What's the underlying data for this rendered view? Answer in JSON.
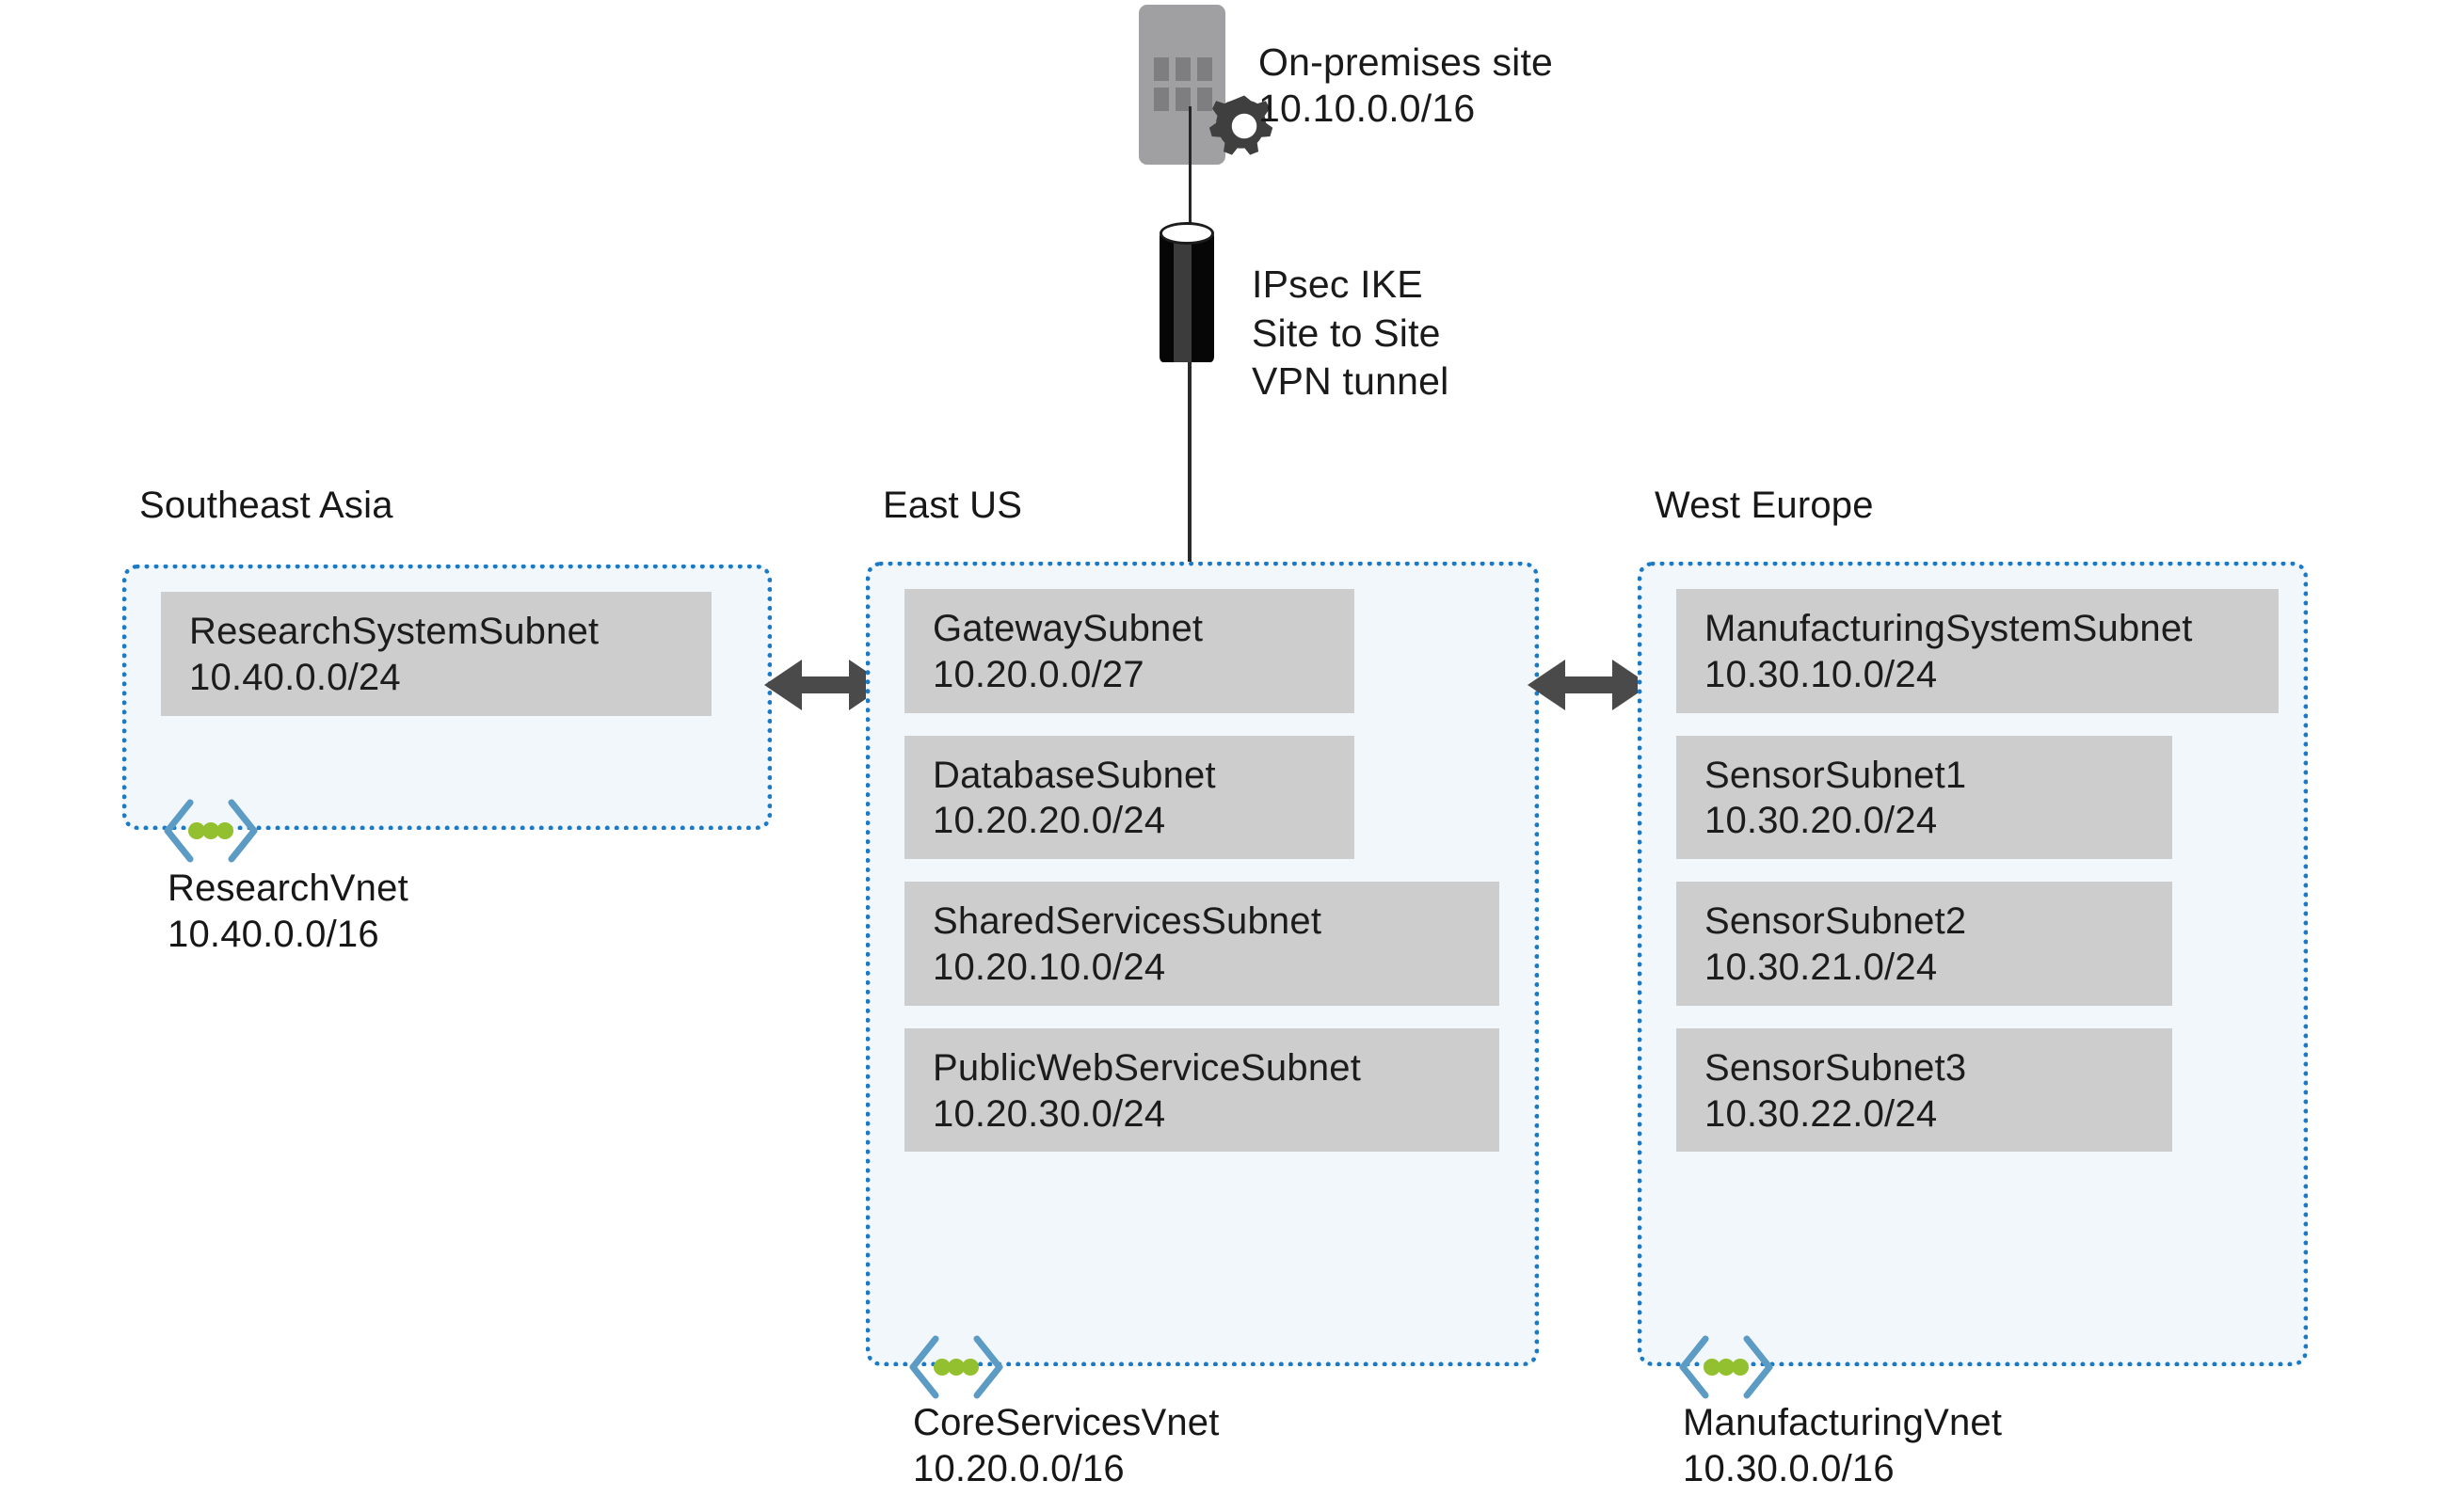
{
  "diagram": {
    "title": "Azure hub-and-spoke VNet topology with site-to-site VPN",
    "colors": {
      "vnet_border": "#1a7ac6",
      "vnet_fill": "#f2f7fb",
      "subnet_fill": "#cdcdcd",
      "building_fill": "#a0a0a2",
      "building_window": "#7e7e80",
      "gear_fill": "#3f3f3f",
      "tunnel_fill": "#060606",
      "arrow_fill": "#4a4a4a",
      "vnet_icon_chevron": "#5b9bc4",
      "vnet_icon_dot": "#93c02e",
      "text": "#1a1a1a"
    }
  },
  "onpremises": {
    "icon": "on-premises-building-icon",
    "gear_icon": "gear-icon",
    "name": "On-premises site",
    "cidr": "10.10.0.0/16"
  },
  "tunnel": {
    "icon": "vpn-tunnel-icon",
    "lines": [
      "IPsec IKE",
      "Site to Site",
      "VPN tunnel"
    ],
    "label": "IPsec IKE Site to Site VPN tunnel"
  },
  "connections": [
    {
      "name": "peering-southeast-asia-to-east-us",
      "type": "vnet-peering",
      "direction": "bidirectional"
    },
    {
      "name": "peering-east-us-to-west-europe",
      "type": "vnet-peering",
      "direction": "bidirectional"
    }
  ],
  "regions": [
    {
      "id": "southeast-asia",
      "label": "Southeast Asia",
      "vnet": {
        "name": "ResearchVnet",
        "cidr": "10.40.0.0/16",
        "icon": "vnet-icon"
      },
      "subnets": [
        {
          "name": "ResearchSystemSubnet",
          "cidr": "10.40.0.0/24"
        }
      ]
    },
    {
      "id": "east-us",
      "label": "East US",
      "vnet": {
        "name": "CoreServicesVnet",
        "cidr": "10.20.0.0/16",
        "icon": "vnet-icon"
      },
      "subnets": [
        {
          "name": "GatewaySubnet",
          "cidr": "10.20.0.0/27"
        },
        {
          "name": "DatabaseSubnet",
          "cidr": "10.20.20.0/24"
        },
        {
          "name": "SharedServicesSubnet",
          "cidr": "10.20.10.0/24"
        },
        {
          "name": "PublicWebServiceSubnet",
          "cidr": "10.20.30.0/24"
        }
      ]
    },
    {
      "id": "west-europe",
      "label": "West Europe",
      "vnet": {
        "name": "ManufacturingVnet",
        "cidr": "10.30.0.0/16",
        "icon": "vnet-icon"
      },
      "subnets": [
        {
          "name": "ManufacturingSystemSubnet",
          "cidr": "10.30.10.0/24"
        },
        {
          "name": "SensorSubnet1",
          "cidr": "10.30.20.0/24"
        },
        {
          "name": "SensorSubnet2",
          "cidr": "10.30.21.0/24"
        },
        {
          "name": "SensorSubnet3",
          "cidr": "10.30.22.0/24"
        }
      ]
    }
  ]
}
